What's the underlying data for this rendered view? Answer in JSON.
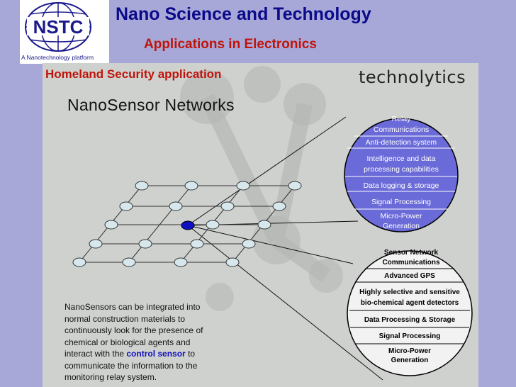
{
  "logo": {
    "text": "NSTC",
    "tagline": "A Nanotechnology platform"
  },
  "header": {
    "title": "Nano Science and Technology",
    "subtitle": "Applications in Electronics"
  },
  "section_title": "Homeland Security application",
  "brand": "technolytics",
  "figure_title": "NanoSensor Networks",
  "relay_list": [
    "Relay",
    "Communications",
    "Anti-detection system",
    "Intelligence and data",
    "processing capabilities",
    "Data logging & storage",
    "Signal Processing",
    "Micro-Power",
    "Generation"
  ],
  "sensor_list": [
    "Sensor Network",
    "Communications",
    "Advanced GPS",
    "Highly selective and sensitive",
    "bio-chemical agent detectors",
    "Data Processing & Storage",
    "Signal Processing",
    "Micro-Power",
    "Generation"
  ],
  "caption": {
    "line1": "NanoSensors can be integrated into",
    "line2": "normal construction materials to",
    "line3": "continuously look for the presence of",
    "line4": "chemical or biological agents and",
    "line5_pre": "interact with the ",
    "line5_hl": "control sensor",
    "line5_post": " to",
    "line6": "communicate the information to the",
    "line7": "monitoring relay system."
  },
  "colors": {
    "background": "#a8a8d8",
    "title": "#0a0a8a",
    "subtitle": "#c0140a",
    "relay_sphere": "#6a6ad8",
    "node": "#d6e8ec",
    "control_node": "#1010c0"
  }
}
